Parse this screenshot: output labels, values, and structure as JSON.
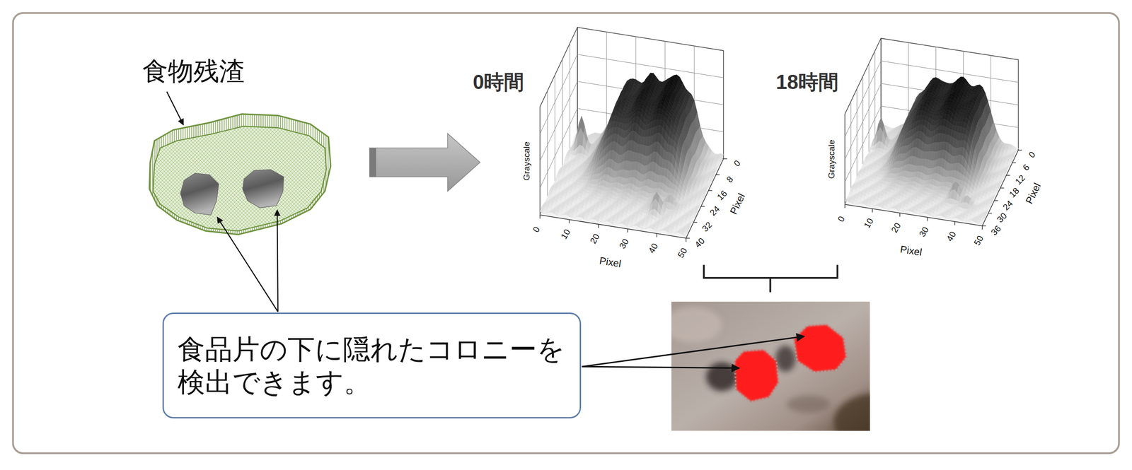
{
  "diagram": {
    "nodes": [
      {
        "text": [
          "食品片の下に隠れたコロニーを 検出できます。"
        ]
      }
    ],
    "labels": [
      "食物残渣",
      "0時間",
      "18時間",
      "Grayscale",
      "Pixel",
      "Pixel",
      "0",
      "10",
      "20",
      "30",
      "40",
      "50",
      "0",
      "8",
      "16",
      "24",
      "32",
      "40",
      "Grayscale",
      "Pixel",
      "Pixel",
      "0",
      "10",
      "20",
      "30",
      "40",
      "50",
      "0",
      "6",
      "12",
      "18",
      "24",
      "30",
      "36"
    ]
  }
}
